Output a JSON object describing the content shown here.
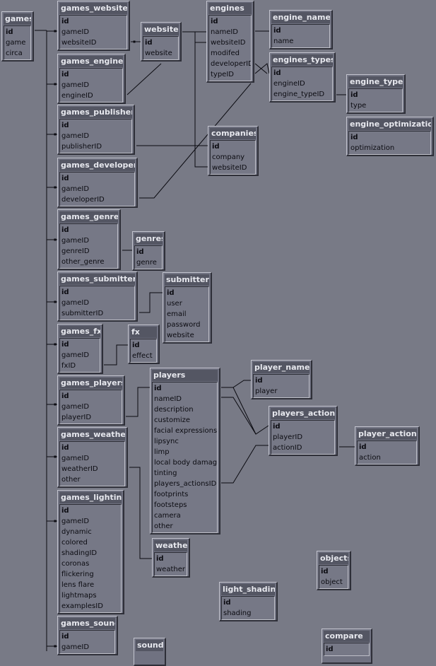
{
  "tables": [
    {
      "name": "games",
      "fields": [
        "id",
        "game",
        "circa"
      ]
    },
    {
      "name": "games_websites",
      "fields": [
        "id",
        "gameID",
        "websiteID"
      ]
    },
    {
      "name": "websites",
      "fields": [
        "id",
        "website"
      ]
    },
    {
      "name": "engines",
      "fields": [
        "id",
        "nameID",
        "websiteID",
        "modifed",
        "developerID",
        "typeID"
      ]
    },
    {
      "name": "engine_names",
      "fields": [
        "id",
        "name"
      ]
    },
    {
      "name": "engines_types",
      "fields": [
        "id",
        "engineID",
        "engine_typeID"
      ]
    },
    {
      "name": "engine_types",
      "fields": [
        "id",
        "type"
      ]
    },
    {
      "name": "engine_optimization",
      "fields": [
        "id",
        "optimization"
      ]
    },
    {
      "name": "games_engines",
      "fields": [
        "id",
        "gameID",
        "engineID"
      ]
    },
    {
      "name": "games_publishers",
      "fields": [
        "id",
        "gameID",
        "publisherID"
      ]
    },
    {
      "name": "companies",
      "fields": [
        "id",
        "company",
        "websiteID"
      ]
    },
    {
      "name": "games_developers",
      "fields": [
        "id",
        "gameID",
        "developerID"
      ]
    },
    {
      "name": "games_genres",
      "fields": [
        "id",
        "gameID",
        "genreID",
        "other_genre"
      ]
    },
    {
      "name": "genres",
      "fields": [
        "id",
        "genre"
      ]
    },
    {
      "name": "games_submitters",
      "fields": [
        "id",
        "gameID",
        "submitterID"
      ]
    },
    {
      "name": "submitters",
      "fields": [
        "id",
        "user",
        "email",
        "password",
        "website"
      ]
    },
    {
      "name": "games_fx",
      "fields": [
        "id",
        "gameID",
        "fxID"
      ]
    },
    {
      "name": "fx",
      "fields": [
        "id",
        "effect"
      ]
    },
    {
      "name": "games_players",
      "fields": [
        "id",
        "gameID",
        "playerID"
      ]
    },
    {
      "name": "players",
      "fields": [
        "id",
        "nameID",
        "description",
        "customize",
        "facial expressions",
        "lipsync",
        "limp",
        "local body damage",
        "tinting",
        "players_actionsID",
        "footprints",
        "footsteps",
        "camera",
        "other"
      ]
    },
    {
      "name": "player_names",
      "fields": [
        "id",
        "player"
      ]
    },
    {
      "name": "players_actions",
      "fields": [
        "id",
        "playerID",
        "actionID"
      ]
    },
    {
      "name": "player_actions",
      "fields": [
        "id",
        "action"
      ]
    },
    {
      "name": "games_weather",
      "fields": [
        "id",
        "gameID",
        "weatherID",
        "other"
      ]
    },
    {
      "name": "weather",
      "fields": [
        "id",
        "weather"
      ]
    },
    {
      "name": "games_lighting",
      "fields": [
        "id",
        "gameID",
        "dynamic",
        "colored",
        "shadingID",
        "coronas",
        "flickering",
        "lens flare",
        "lightmaps",
        "examplesID"
      ]
    },
    {
      "name": "light_shading",
      "fields": [
        "id",
        "shading"
      ]
    },
    {
      "name": "objects",
      "fields": [
        "id",
        "object"
      ]
    },
    {
      "name": "games_sound",
      "fields": [
        "id",
        "gameID"
      ]
    },
    {
      "name": "sound",
      "fields": []
    },
    {
      "name": "compare",
      "fields": [
        "id"
      ]
    }
  ]
}
